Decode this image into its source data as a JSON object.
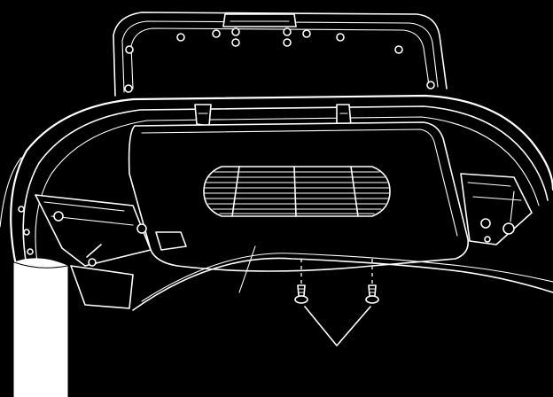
{
  "figure": {
    "colors": {
      "background": "#000000",
      "line": "#ffffff"
    },
    "parts": [
      "handlebar-console-frame",
      "display-cover-plate",
      "speaker-grille",
      "mounting-screw",
      "support-upright"
    ],
    "screw_count": 2
  }
}
